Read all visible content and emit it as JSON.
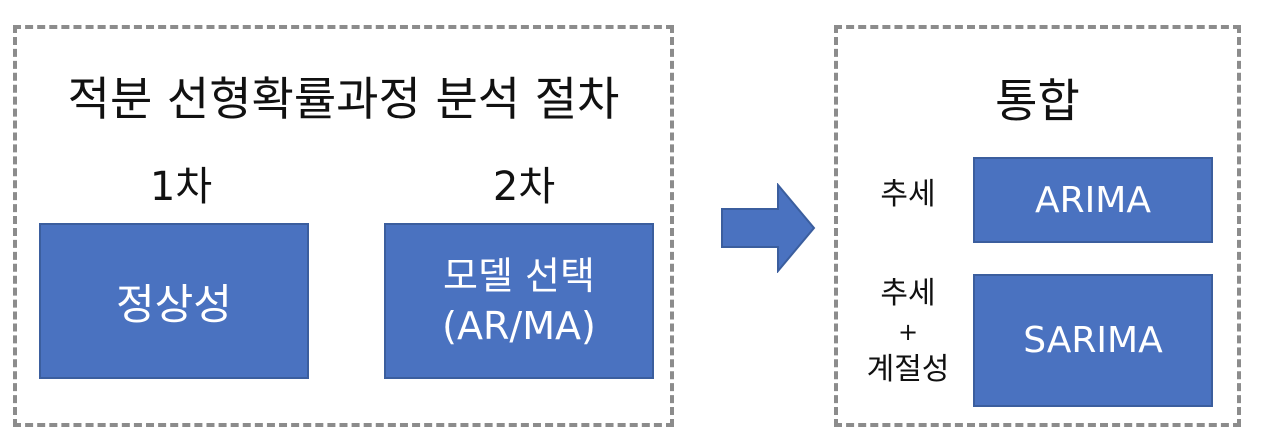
{
  "left_panel": {
    "title": "적분 선형확률과정 분석 절차",
    "step1": {
      "label": "1차",
      "box_text": "정상성"
    },
    "step2": {
      "label": "2차",
      "box_line1": "모델 선택",
      "box_line2": "(AR/MA)"
    }
  },
  "arrow": {
    "icon": "right-arrow-icon",
    "color": "#4a72c0"
  },
  "right_panel": {
    "title": "통합",
    "row1": {
      "label": "추세",
      "box_text": "ARIMA"
    },
    "row2": {
      "label_line1": "추세",
      "label_line2": "+",
      "label_line3": "계절성",
      "box_text": "SARIMA"
    }
  },
  "colors": {
    "box_fill": "#4a72c0",
    "dash": "#8c8c8c"
  }
}
